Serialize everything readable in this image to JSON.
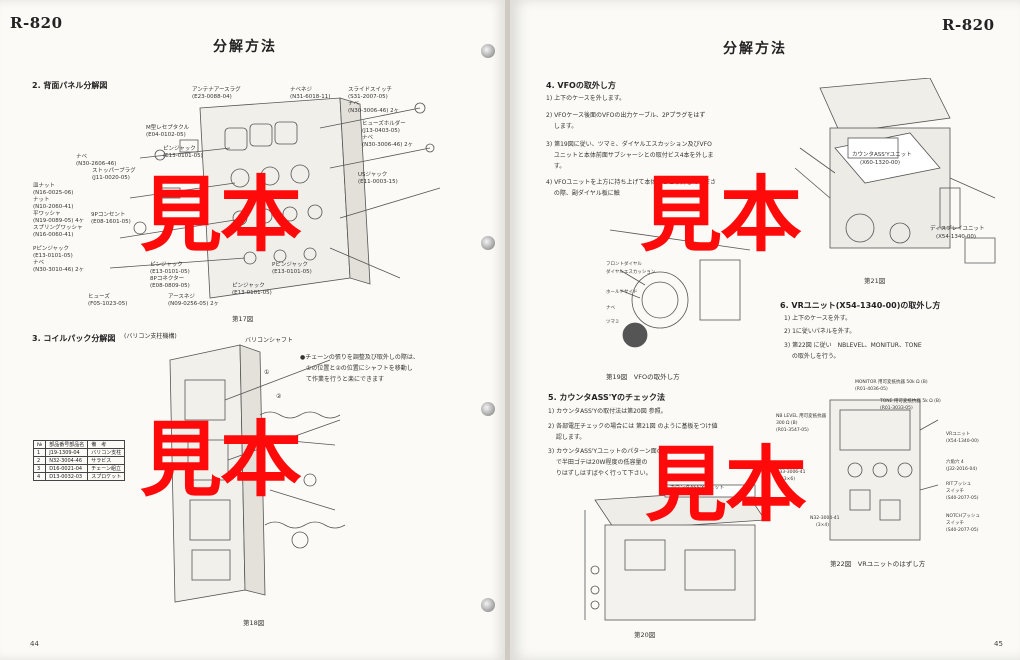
{
  "left_page": {
    "model": "R-820",
    "title": "分解方法",
    "page_number": "44",
    "section2": {
      "heading": "2. 背面パネル分解図",
      "labels": [
        "アンテナアースラグ",
        "(E23-0088-04)",
        "ナベネジ",
        "(N31-6018-11)",
        "スライドスイッチ",
        "(S31-2007-05)",
        "ナベ",
        "(N30-3006-46) 2ヶ",
        "ヒューズホルダー",
        "(J13-0403-05)",
        "ナベ",
        "(N30-3006-46) 2ヶ",
        "M型レセプタクル",
        "(E04-0102-05)",
        "ピンジャック",
        "(E13-0101-05)",
        "ナベ",
        "(N30-2606-46)",
        "ストッパープラグ",
        "(J11-0020-05)",
        "皿ナット",
        "(N16-0025-06)",
        "ナット",
        "(N10-2060-41)",
        "平ワッシャ",
        "(N19-0089-05) 4ヶ",
        "スプリングワッシャ",
        "(N16-0060-41)",
        "9Pコンセント",
        "(E08-1601-05)",
        "Pピンジャック",
        "(E13-0101-05)",
        "ナベ",
        "(N30-3010-46) 2ヶ",
        "ピンジャック",
        "(E13-0101-05)",
        "8Pコネクター",
        "(E08-0809-05)",
        "Pピンジャック",
        "(E13-0101-05)",
        "ピンジャック",
        "(E13-0101-05)",
        "ヒューズ",
        "(F05-1023-05)",
        "アースネジ",
        "(N09-0256-05) 2ヶ",
        "USジャック",
        "(E11-0003-15)"
      ],
      "figure_caption": "第17図"
    },
    "section3": {
      "heading": "3. コイルパック分解図",
      "subheading": "(バリコン支柱機構)",
      "shaft_label": "バリコンシャフト",
      "note_lines": [
        "●チェーンの張りを調整及び取外しの際は、",
        "①の位置と②の位置にシャフトを移動し",
        "て作業を行うと楽にできます"
      ],
      "markers": [
        "①",
        "②"
      ],
      "table_header": [
        "№",
        "部品番号部品名",
        "備　考"
      ],
      "table_rows": [
        [
          "1",
          "J19-1309-04",
          "バリコン支柱"
        ],
        [
          "2",
          "N32-3004-46",
          "サラビス"
        ],
        [
          "3",
          "D16-0021-04",
          "チェーン組立"
        ],
        [
          "4",
          "D13-0032-03",
          "スプロケット"
        ]
      ],
      "figure_caption": "第18図"
    }
  },
  "right_page": {
    "model": "R-820",
    "title": "分解方法",
    "page_number": "45",
    "section4": {
      "heading": "4. VFOの取外し方",
      "steps": [
        "1) 上下のケースを外します。",
        "2) VFOケース後面のVFOの出力ケーブル、2Pプラグをはず",
        "　 します。",
        "3) 第19図に従い、ツマミ、ダイヤルエスカッション及びVFO",
        "　 ユニットと本体前面サブシャーシとの取付ビス4本を外しま",
        "　 す。",
        "4) VFOユニットを上方に持ち上げて本体からとり外してくださ",
        "　 の際、副ダイヤル板に触"
      ],
      "fig19_labels": [
        "フロントダイヤル",
        "ダイヤルエスカッション",
        "ホールドサイド",
        "ナベ",
        "ツマミ"
      ],
      "fig19_caption": "第19図　VFOの取外し方",
      "fig21_labels": [
        "カウンタASS'Yユニット",
        "(X60-1320-00)",
        "ディスプレイユニット",
        "(X54-1340-00)"
      ],
      "fig21_caption": "第21図"
    },
    "section5": {
      "heading": "5. カウンタASS'Yのチェック法",
      "steps": [
        "1) カウンタASS'Yの取付法は第20図 参照。",
        "2) 各部電圧チェックの場合には 第21図 のように基板をつけ値",
        "　 認します。",
        "3) カウンタASS'Yユニットのパターン面の一般的",
        "　 で半田ゴテは20W程度の低容量の",
        "　 りはずしはすばやく行って下さい。"
      ],
      "fig20_label": "カウンタASS'Yユニット",
      "fig20_caption": "第20図"
    },
    "section6": {
      "heading": "6. VRユニット(X54-1340-00)の取外し方",
      "steps": [
        "1) 上下のケースを外す。",
        "2) 1に従いパネルを外す。",
        "3) 第22図 に従い　NBLEVEL、MONITUR、TONE",
        "　 の取外しを行う。"
      ],
      "fig22_labels": [
        "MONITOR 用可変抵抗器 50k Ω (B)",
        "(R01-4036-05)",
        "TONE 用可変抵抗器 5k Ω (B)",
        "(R01-3033-05)",
        "NB LEVEL 用可変抵抗器",
        "300 Ω (B)",
        "(R01-3547-05)",
        "VRユニット",
        "(X54-1340-00)",
        "六角穴 4",
        "(J32-2016-04)",
        "N33-3006-41",
        "(3×6)",
        "RITプッシュ",
        "スイッチ",
        "(S40-2077-05)",
        "N32-3004-41",
        "(3×4)",
        "NOTCHプッシュ",
        "スイッチ",
        "(S40-2077-05)"
      ],
      "fig22_caption": "第22図　VRユニットのはずし方"
    }
  },
  "watermark": "見本",
  "colors": {
    "watermark": "#ff0a0a",
    "paper": "#fbfaf6",
    "background": "#cfcac2"
  }
}
